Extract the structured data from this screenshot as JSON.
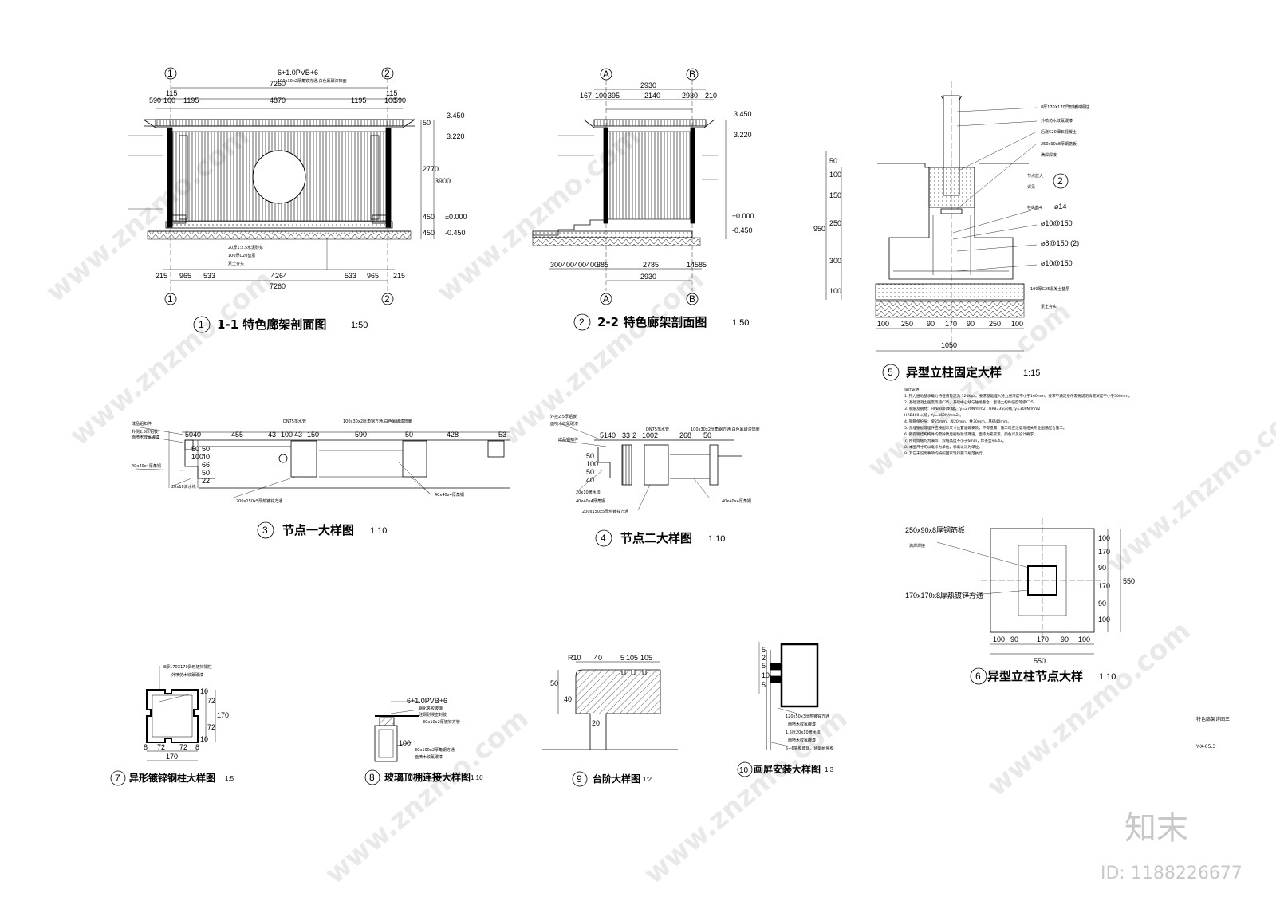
{
  "drawing_sheet": {
    "sheet_title": "特色廊架详图三",
    "sheet_no": "Y-X-05.3",
    "watermark_site": "www.znzmo.com",
    "watermark_logo": "知末",
    "watermark_id": "ID: 1188226677"
  },
  "details": [
    {
      "no": "1",
      "title": "1-1 特色廊架剖面图",
      "scale": "1:50"
    },
    {
      "no": "2",
      "title": "2-2 特色廊架剖面图",
      "scale": "1:50"
    },
    {
      "no": "3",
      "title": "节点一大样图",
      "scale": "1:10"
    },
    {
      "no": "4",
      "title": "节点二大样图",
      "scale": "1:10"
    },
    {
      "no": "5",
      "title": "异型立柱固定大样",
      "scale": "1:15"
    },
    {
      "no": "6",
      "title": "异型立柱节点大样",
      "scale": "1:10"
    },
    {
      "no": "7",
      "title": "异形镀锌钢柱大样图",
      "scale": "1:5"
    },
    {
      "no": "8",
      "title": "玻璃顶棚连接大样图",
      "scale": "1:10"
    },
    {
      "no": "9",
      "title": "台阶大样图",
      "scale": "1:2"
    },
    {
      "no": "10",
      "title": "画屏安装大样图",
      "scale": "1:3"
    }
  ],
  "section_1": {
    "axis_left": "1",
    "axis_right": "2",
    "top_note": "6+1.0PVB+6",
    "top_note2": "100x30x2厚角铁方通,白色氟碳漆饰面",
    "dim_total": "7260",
    "dim_top": [
      "590",
      "100",
      "1195",
      "4870",
      "1195",
      "100",
      "590"
    ],
    "dim_bottom": [
      "215",
      "965",
      "533",
      "4264",
      "533",
      "965",
      "215"
    ],
    "dim_right": [
      "50",
      "2770",
      "3900",
      "450",
      "450"
    ],
    "elevations": [
      "3.450",
      "3.220",
      "±0.000",
      "-0.450"
    ],
    "small_top": [
      "115",
      "115"
    ],
    "base_notes": [
      "20厚1:2.5水泥砂浆",
      "100厚C20垫层",
      "素土夯实"
    ]
  },
  "section_2": {
    "axis_left": "A",
    "axis_right": "B",
    "dim_total": "2930",
    "dim_top": [
      "167",
      "100",
      "395",
      "2140",
      "2930",
      "210"
    ],
    "dim_bottom": [
      "300",
      "400",
      "400",
      "400",
      "385",
      "2785",
      "145",
      "85"
    ],
    "elevations": [
      "3.450",
      "3.220",
      "±0.000",
      "-0.450"
    ]
  },
  "detail_5": {
    "notes": [
      "8厚170X170异形镀锌钢柱",
      "外喷仿木纹氟碳漆",
      "后浇C20细石混凝土",
      "250x90x8厚钢筋板",
      "满焊焊接",
      "节点放大",
      "详见",
      "柱纵筋4",
      "⌀14",
      "⌀10@150",
      "⌀8@150 (2)",
      "⌀10@150",
      "100厚C25混凝土垫层",
      "素土夯实"
    ],
    "bubble_no": "2",
    "dim_left": [
      "50",
      "100",
      "150",
      "250",
      "300",
      "100"
    ],
    "dim_left_total": "950",
    "dim_bottom": [
      "100",
      "250",
      "90",
      "170",
      "90",
      "250",
      "100"
    ],
    "dim_bottom_total": "1050"
  },
  "design_notes": [
    "设计说明:",
    "1. 持力层地基承载力特征值暂定为 120Kpa。要求基础埋入持力层深度不小于100mm，要求不满足条件需要说明情况深度不小于500mm。",
    "2. 基础混凝土强度等级C25，基础中心线与轴线重合，混凝土构件强度等级C25。",
    "3. 钢筋及钢材：HPB300(Φ)级，fy=270N/mm2 ; HPB335(⌀)级,fy=300N/mm2",
    "HRB400(⌀)级，fy=360N/mm2 。",
    "4. 钢筋保护层：梁25mm，板20mm，柱30mm，基础40mm。",
    "5. 预埋钢板等埋件应按图示尺寸位置准确安装，不得遗漏，施工时应注意与相关专业图纸配合施工。",
    "6. 所有钢结构构件均需除锈后刷防锈漆两道，面漆为氟碳漆，颜色详见设计要求。",
    "7. 所有焊缝均为满焊，焊缝高度不小于6mm，焊条型号E43。",
    "8. 本图尺寸均以毫米为单位，标高以米为单位。",
    "9. 其它未说明事项均按照国家现行施工规范执行。"
  ],
  "detail_3": {
    "labels": [
      "成品铝扣件",
      "外侧2.5厚铝板",
      "面喷木纹氟碳漆",
      "40x40x4厚角钢",
      "20x10滴水线",
      "200x150x5厚热镀锌方通",
      "DN75落水管",
      "100x30x2厚角钢方通,白色氟碳漆饰面",
      "40x40x4厚角钢"
    ],
    "dims_top": [
      "50",
      "40",
      "455",
      "43",
      "100",
      "43",
      "150",
      "590",
      "50",
      "428",
      "53"
    ],
    "dims_left": [
      "50",
      "100",
      "50",
      "40",
      "66",
      "50",
      "22"
    ]
  },
  "detail_4": {
    "labels": [
      "外挂2.5厚铝板",
      "面喷木纹氟碳漆",
      "成品铝扣件",
      "DN75落水管",
      "100x30x2厚角钢方通,白色氟碳漆饰面",
      "20x10滴水线",
      "40x40x4厚角钢",
      "200x150x5厚热镀锌方通",
      "40x40x4厚角钢"
    ],
    "dims_top": [
      "51",
      "40",
      "33",
      "2",
      "100",
      "2",
      "268",
      "50"
    ],
    "dims_left": [
      "50",
      "100",
      "50",
      "40"
    ]
  },
  "detail_6": {
    "label_top": "250x90x8厚钢筋板",
    "label_top2": "满焊焊接",
    "label_bottom": "170x170x8厚热镀锌方通",
    "dims_right": [
      "100",
      "170",
      "90",
      "170",
      "90",
      "100"
    ],
    "dims_right_total": "550",
    "dims_bottom": [
      "100",
      "90",
      "170",
      "90",
      "100"
    ],
    "dims_bottom_total": "550"
  },
  "detail_7": {
    "label1": "8厚170X170异形镀锌钢柱",
    "label2": "外喷仿木纹氟碳漆",
    "dims_right": [
      "10",
      "72",
      "72",
      "10"
    ],
    "dims_right_total": "170",
    "dims_bottom": [
      "8",
      "72",
      "72",
      "8"
    ],
    "dims_bottom_total": "170"
  },
  "detail_8": {
    "labels": [
      "6+1.0PVB+6",
      "钢化夹胶玻璃",
      "硅酮耐候密封胶",
      "30x10x2厚镀锌方管",
      "30x100x2厚角钢方通",
      "面喷木纹氟碳漆"
    ],
    "dim": "100"
  },
  "detail_9": {
    "dims_top": [
      "R10",
      "40",
      "5",
      "10",
      "5",
      "10",
      "5"
    ],
    "dims_left": [
      "50",
      "40"
    ],
    "dim_bottom": "20"
  },
  "detail_10": {
    "labels": [
      "120x50x3厚热镀锌方通",
      "面喷木纹氟碳漆",
      "1.5厚20x10滴水线",
      "面喷木纹氟碳漆",
      "6+6夹胶玻璃，硅酮耐候胶"
    ],
    "dims": [
      "5",
      "2",
      "5",
      "10",
      "5"
    ]
  }
}
